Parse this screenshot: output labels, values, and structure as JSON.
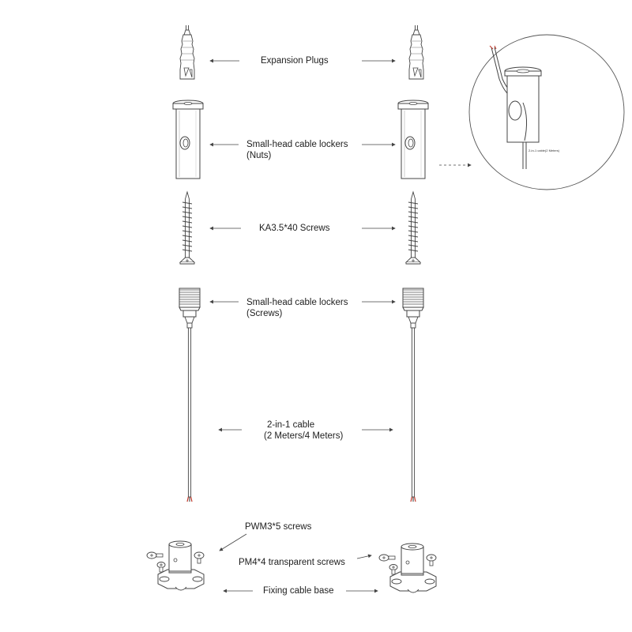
{
  "labels": {
    "expansion_plugs": "Expansion Plugs",
    "nuts_line1": "Small-head cable lockers",
    "nuts_line2": "(Nuts)",
    "ka_screws": "KA3.5*40 Screws",
    "screws_line1": "Small-head cable lockers",
    "screws_line2": "(Screws)",
    "cable_line1": "2-in-1 cable",
    "cable_line2": "(2 Meters/4 Meters)",
    "pwm_screws": "PWM3*5 screws",
    "pm_screws": "PM4*4 transparent screws",
    "fixing_base": "Fixing cable base"
  },
  "inset": {
    "caption": "2-in-1 cable(2 Meters)"
  },
  "colors": {
    "line": "#444444",
    "cable_red": "#c0392b",
    "background": "#ffffff"
  }
}
